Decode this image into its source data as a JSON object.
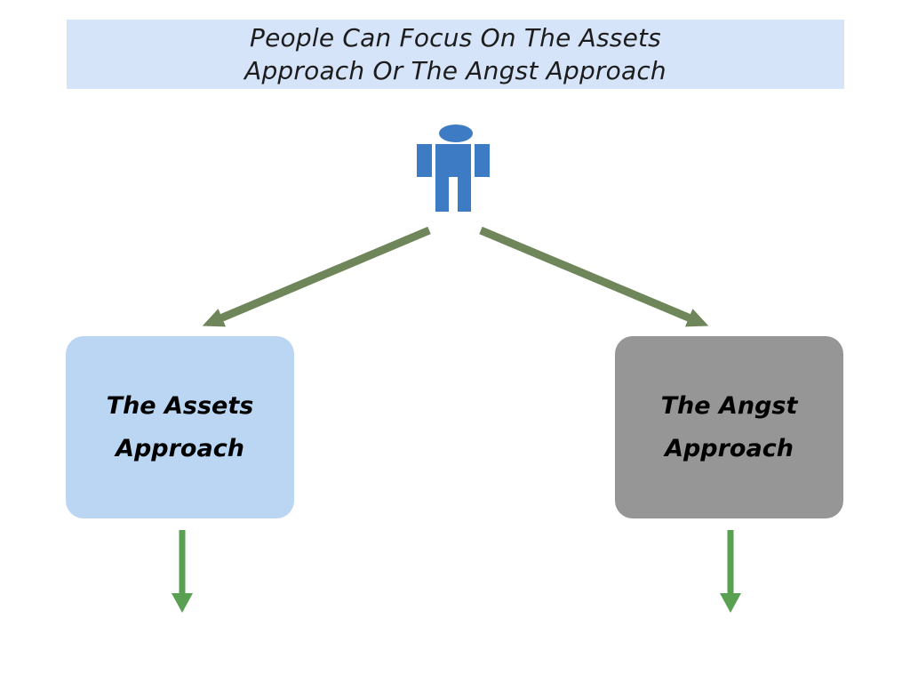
{
  "slide": {
    "title": {
      "line1": "People Can Focus On The Assets",
      "line2": "Approach Or The Angst Approach"
    },
    "left_box": {
      "line1": "The Assets",
      "line2": "Approach"
    },
    "right_box": {
      "line1": "The Angst",
      "line2": "Approach"
    }
  },
  "icons": {
    "person": "person-icon",
    "arrow_left": "diagonal-arrow-left-icon",
    "arrow_right": "diagonal-arrow-right-icon",
    "arrow_down_left": "down-arrow-left-icon",
    "arrow_down_right": "down-arrow-right-icon"
  },
  "colors": {
    "page-bg": "#ffffff",
    "banner-bg": "#d6e4f9",
    "title-text": "#1c1c1c",
    "person-blue": "#3d7cc4",
    "box-left-bg": "#bad6f3",
    "box-right-bg": "#969696",
    "box-text": "#000000",
    "arrow-olive": "#6e8659",
    "arrow-green": "#5aa053"
  }
}
